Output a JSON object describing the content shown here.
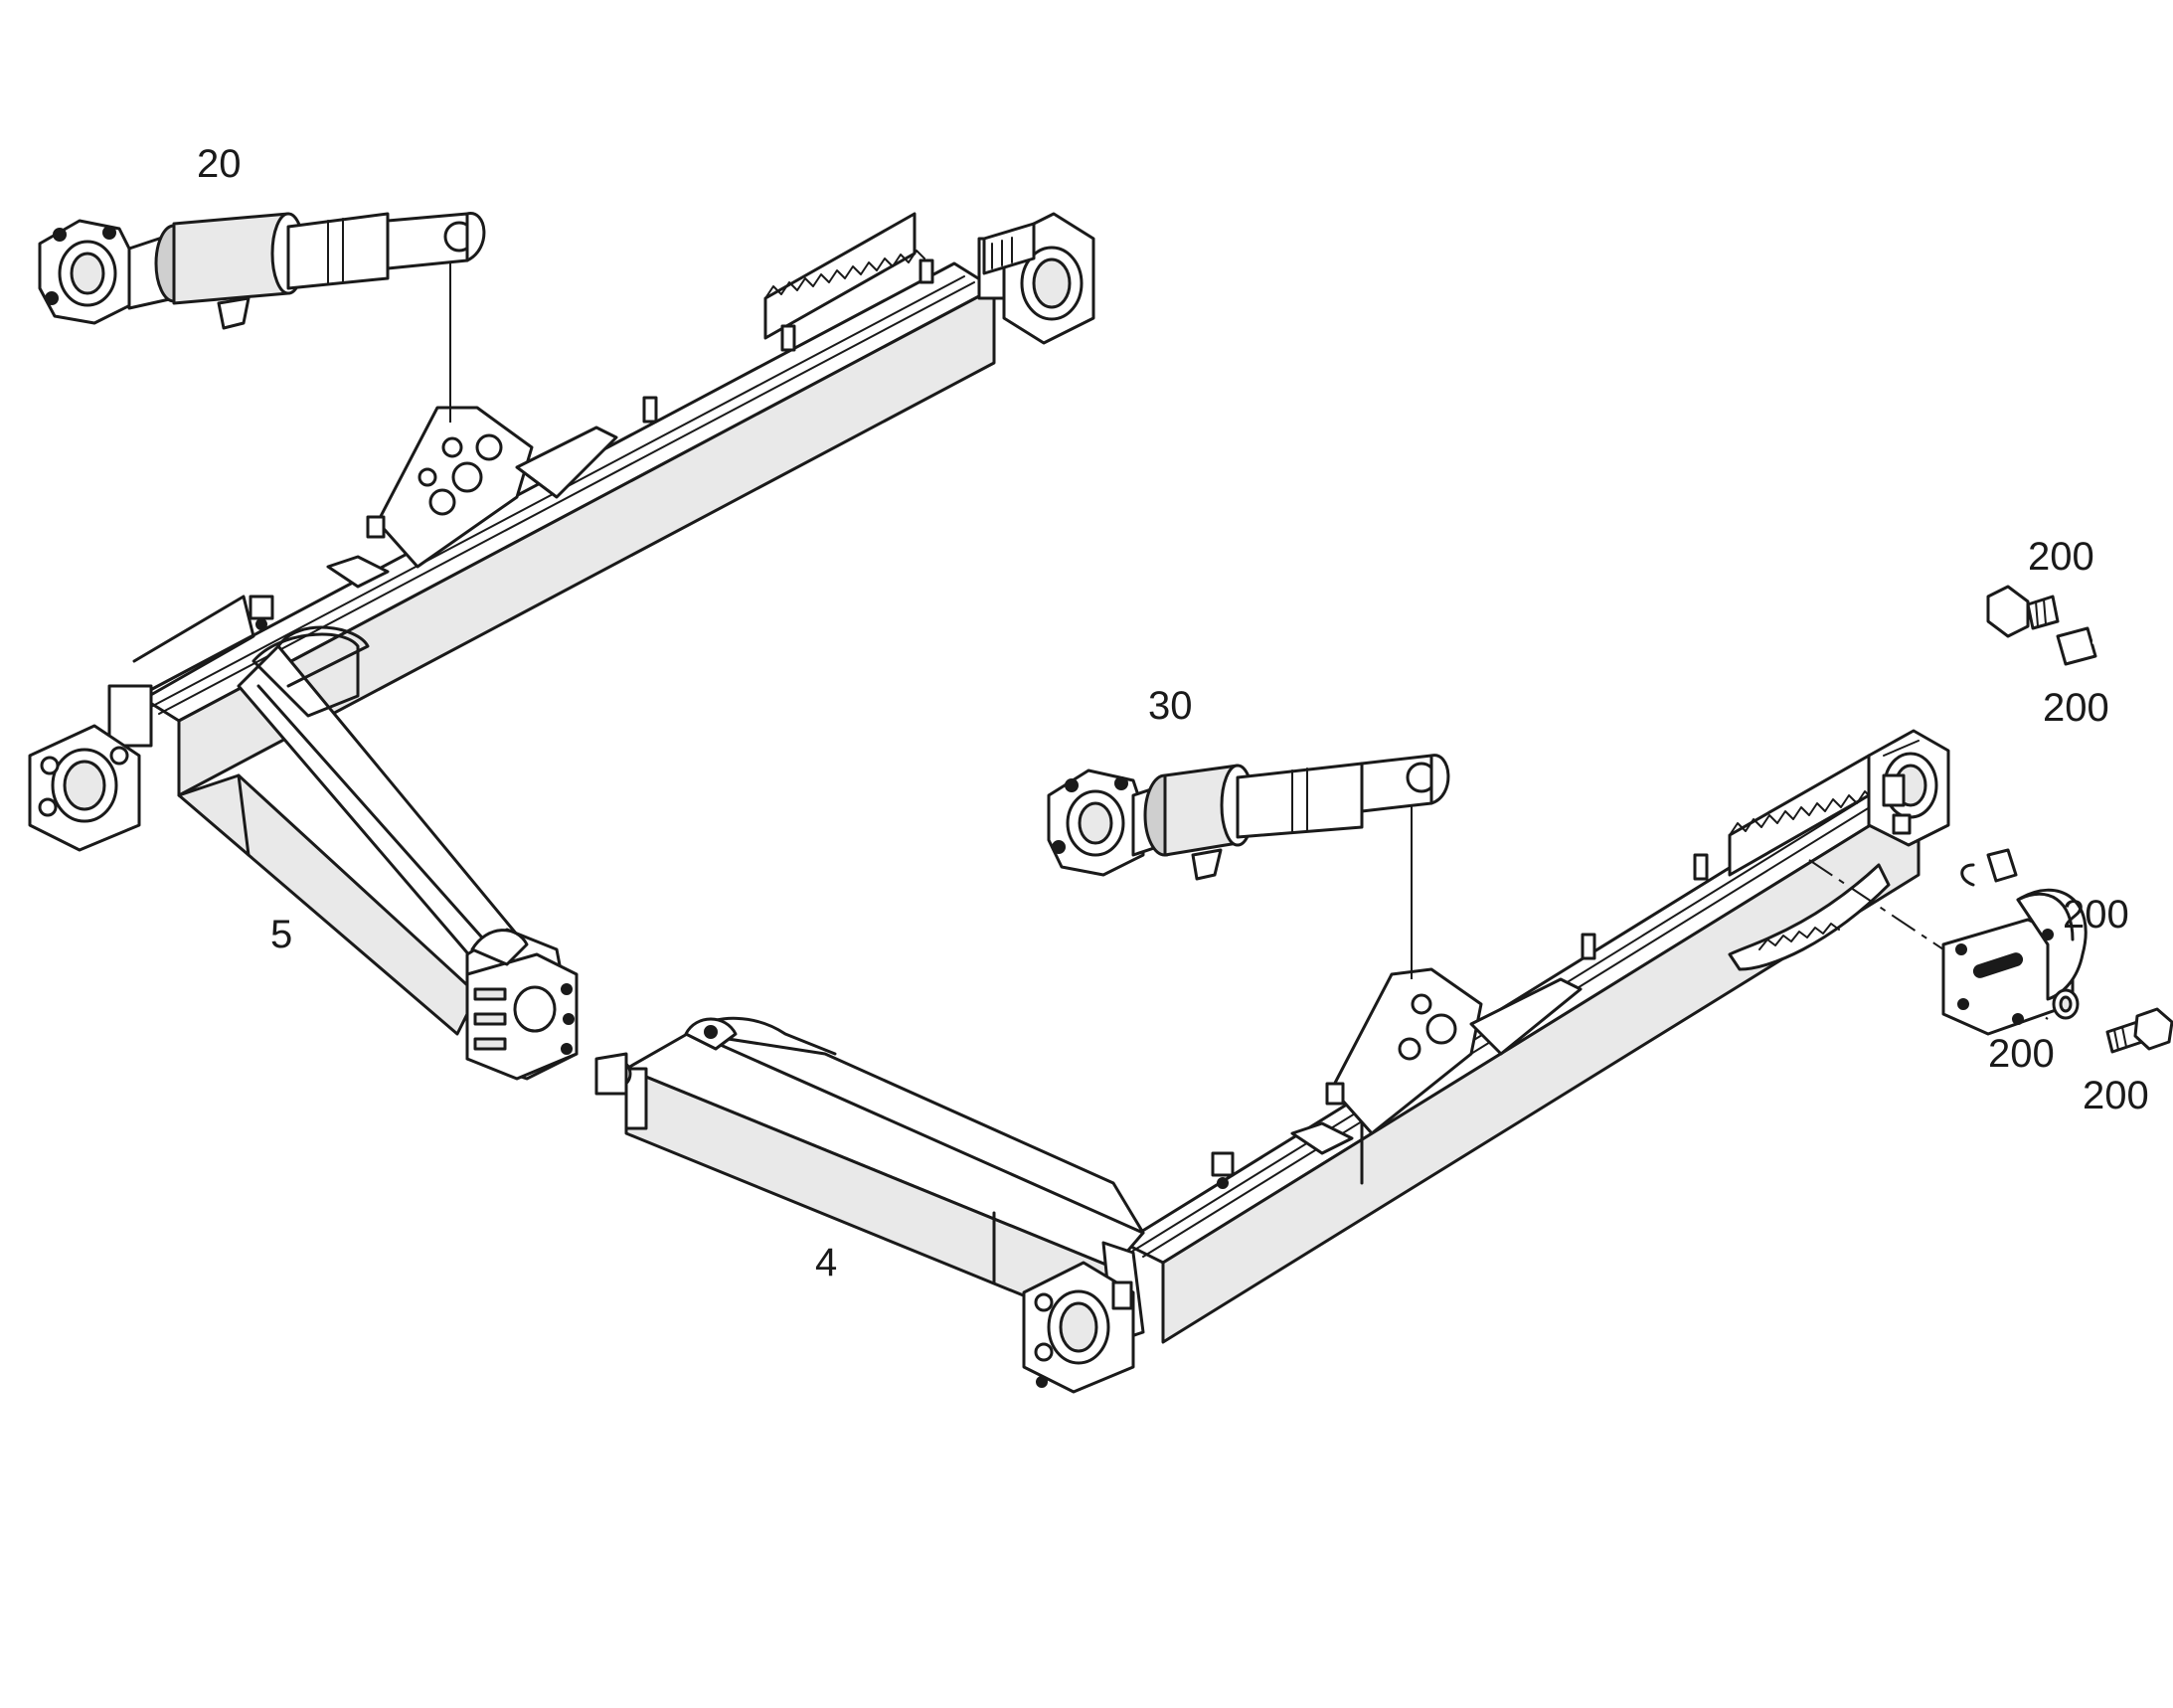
{
  "callouts": {
    "cylinder_upper": "20",
    "cylinder_lower": "30",
    "axle_upper": "5",
    "axle_lower": "4",
    "fitting": "200",
    "hose": "200",
    "bracket": "200",
    "washer": "200",
    "bolt": "200"
  }
}
